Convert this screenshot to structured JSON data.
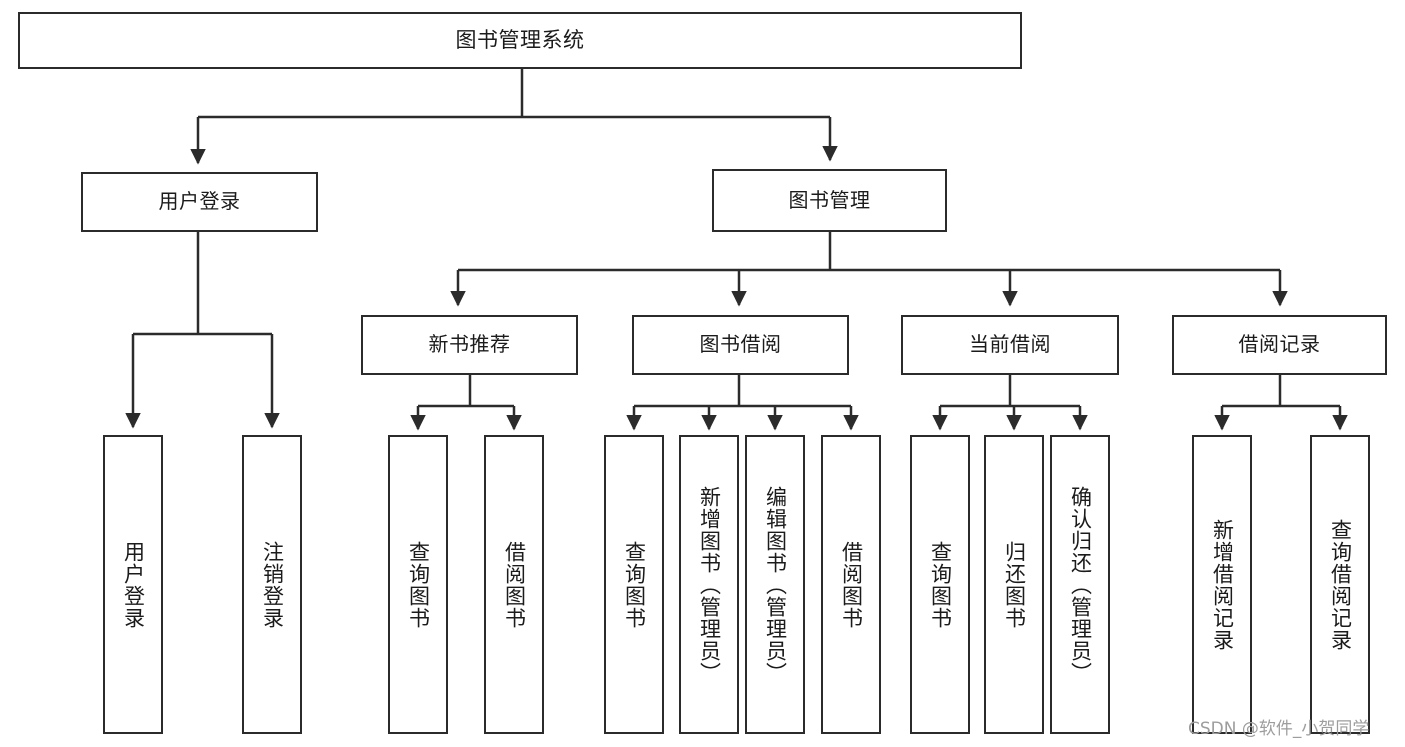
{
  "diagram": {
    "title": "图书管理系统",
    "type": "hierarchy-tree",
    "root": {
      "id": "root",
      "label": "图书管理系统"
    },
    "level1": [
      {
        "id": "login",
        "label": "用户登录"
      },
      {
        "id": "bookmgmt",
        "label": "图书管理"
      }
    ],
    "level2": [
      {
        "id": "newbook",
        "label": "新书推荐",
        "parent": "bookmgmt"
      },
      {
        "id": "borrow",
        "label": "图书借阅",
        "parent": "bookmgmt"
      },
      {
        "id": "current",
        "label": "当前借阅",
        "parent": "bookmgmt"
      },
      {
        "id": "record",
        "label": "借阅记录",
        "parent": "bookmgmt"
      }
    ],
    "leaves": {
      "login": [
        {
          "id": "login-1",
          "label": "用户登录"
        },
        {
          "id": "login-2",
          "label": "注销登录"
        }
      ],
      "newbook": [
        {
          "id": "newbook-1",
          "label": "查询图书"
        },
        {
          "id": "newbook-2",
          "label": "借阅图书"
        }
      ],
      "borrow": [
        {
          "id": "borrow-1",
          "label": "查询图书"
        },
        {
          "id": "borrow-2",
          "label": "新增图书（管理员）"
        },
        {
          "id": "borrow-3",
          "label": "编辑图书（管理员）"
        },
        {
          "id": "borrow-4",
          "label": "借阅图书"
        }
      ],
      "current": [
        {
          "id": "current-1",
          "label": "查询图书"
        },
        {
          "id": "current-2",
          "label": "归还图书"
        },
        {
          "id": "current-3",
          "label": "确认归还（管理员）"
        }
      ],
      "record": [
        {
          "id": "record-1",
          "label": "新增借阅记录"
        },
        {
          "id": "record-2",
          "label": "查询借阅记录"
        }
      ]
    }
  },
  "watermark": {
    "text": "CSDN @软件_小贺同学"
  },
  "colors": {
    "stroke": "#2b2b2b",
    "background": "#ffffff",
    "text": "#1b1b1b",
    "watermark": "#9d9d9d"
  }
}
